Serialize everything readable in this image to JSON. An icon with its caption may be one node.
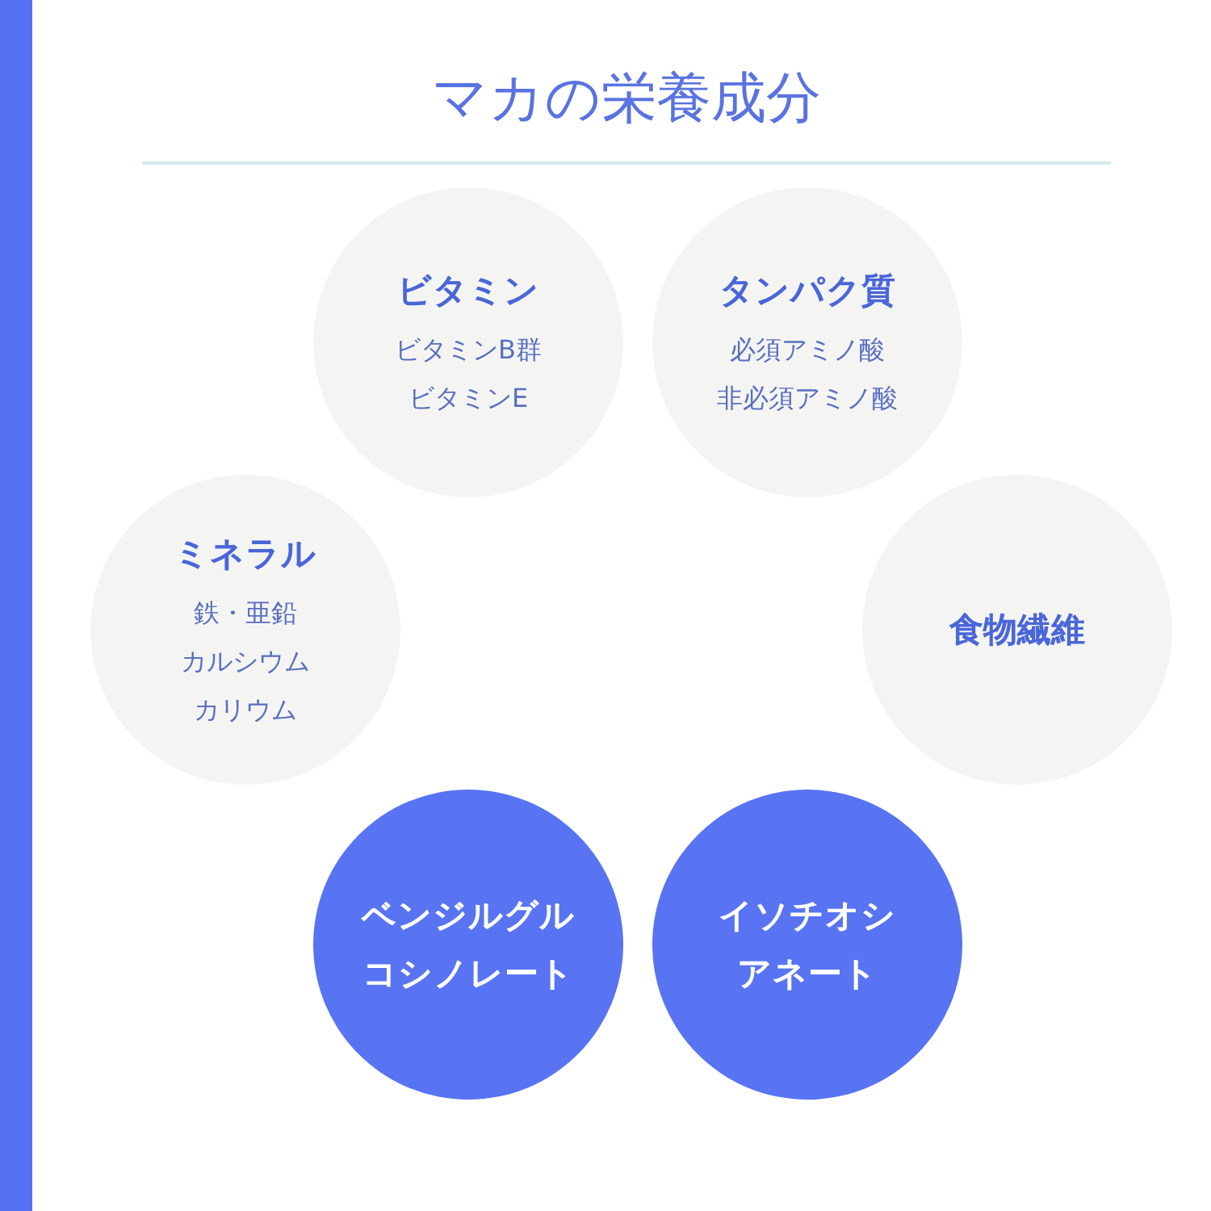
{
  "diagram": {
    "title": "マカの栄養成分",
    "nodes": [
      {
        "text": [
          "ビタミン",
          "ビタミンB群",
          "ビタミンE"
        ]
      },
      {
        "text": [
          "タンパク質",
          "必須アミノ酸",
          "非必須アミノ酸"
        ]
      },
      {
        "text": [
          "ミネラル",
          "鉄・亜鉛",
          "カルシウム",
          "カリウム"
        ]
      },
      {
        "text": [
          "食物繊維"
        ]
      },
      {
        "text": [
          "ベンジルグルコシノレート"
        ]
      },
      {
        "text": [
          "イソチオシアネート"
        ]
      }
    ]
  }
}
